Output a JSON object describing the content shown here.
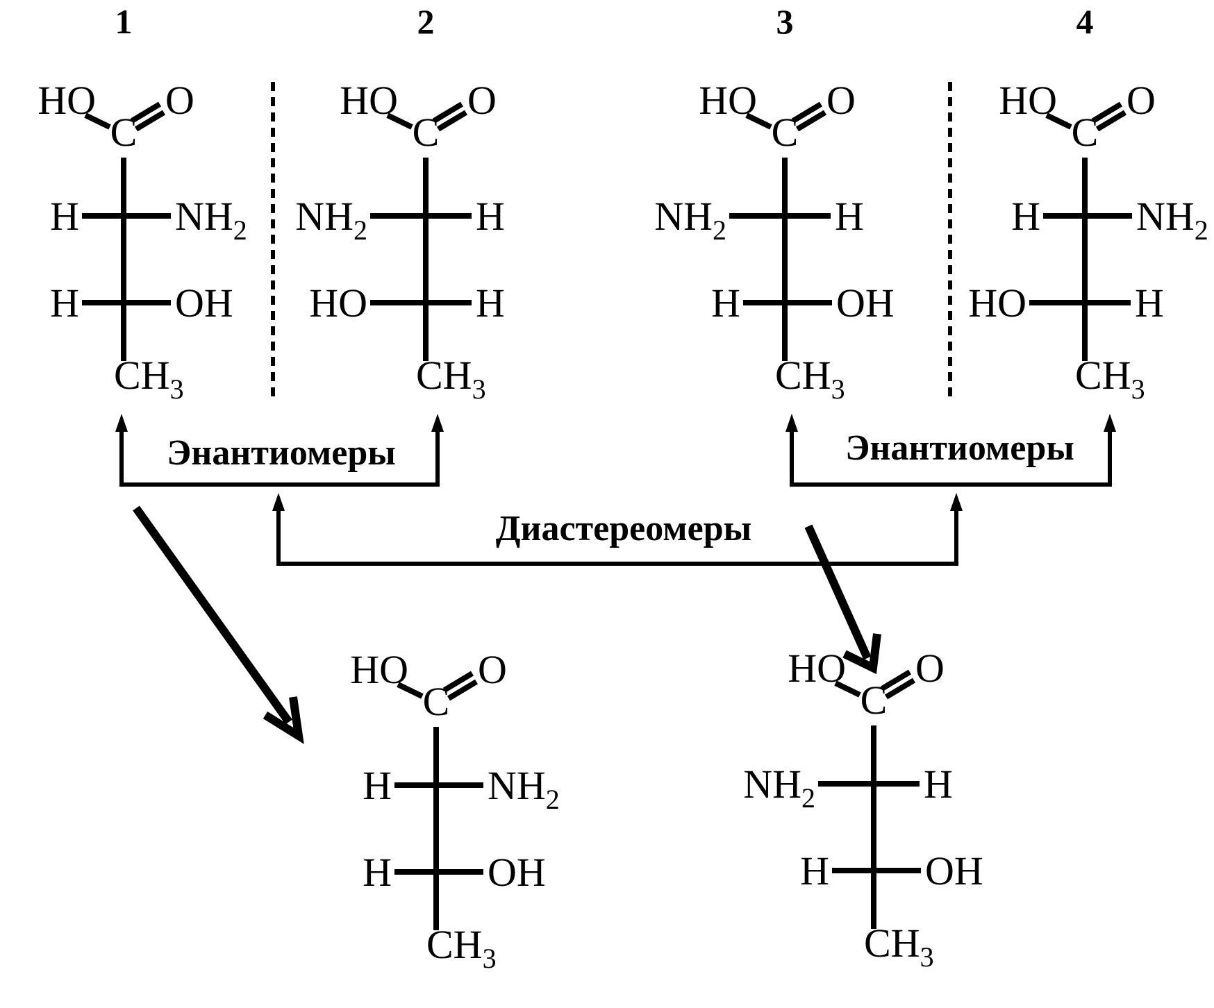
{
  "labels": {
    "enantiomers": "Энантиомеры",
    "diastereomers": "Диастереомеры"
  },
  "molecules": [
    {
      "number": "1",
      "row1": {
        "left": "H",
        "right": "NH2"
      },
      "row2": {
        "left": "H",
        "right": "OH"
      }
    },
    {
      "number": "2",
      "row1": {
        "left": "NH2",
        "right": "H"
      },
      "row2": {
        "left": "HO",
        "right": "H"
      }
    },
    {
      "number": "3",
      "row1": {
        "left": "NH2",
        "right": "H"
      },
      "row2": {
        "left": "H",
        "right": "OH"
      }
    },
    {
      "number": "4",
      "row1": {
        "left": "H",
        "right": "NH2"
      },
      "row2": {
        "left": "HO",
        "right": "H"
      }
    },
    {
      "number": "",
      "row1": {
        "left": "H",
        "right": "NH2"
      },
      "row2": {
        "left": "H",
        "right": "OH"
      }
    },
    {
      "number": "",
      "row1": {
        "left": "NH2",
        "right": "H"
      },
      "row2": {
        "left": "H",
        "right": "OH"
      }
    }
  ],
  "groups": {
    "carboxyl_oh": "HO",
    "carboxyl_o": "O",
    "carbon": "C",
    "methyl": "CH3"
  }
}
